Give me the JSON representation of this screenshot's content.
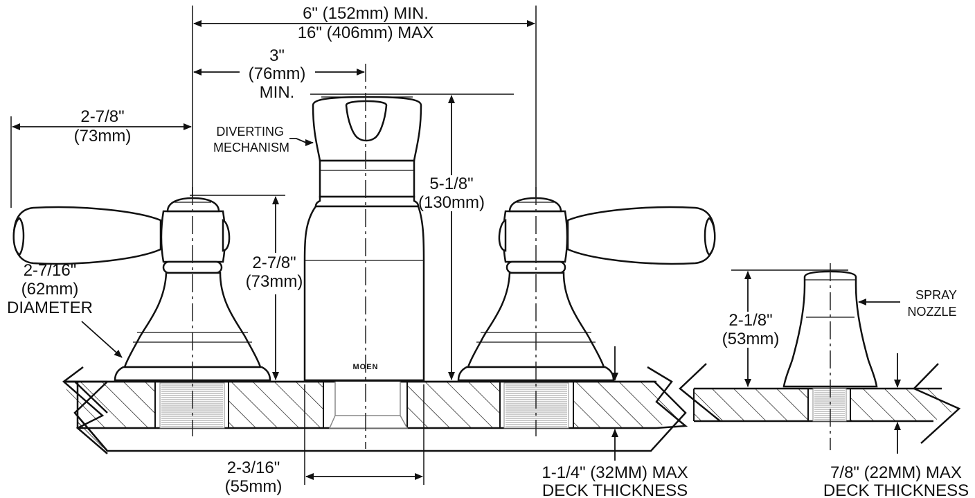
{
  "labels": {
    "top_span_min": "6\" (152mm) MIN.",
    "top_span_max": "16\" (406mm) MAX",
    "center_min_1": "3\"",
    "center_min_2": "(76mm)",
    "center_min_3": "MIN.",
    "handle_len_1": "2-7/8\"",
    "handle_len_2": "(73mm)",
    "diverting_1": "DIVERTING",
    "diverting_2": "MECHANISM",
    "spout_h_1": "5-1/8\"",
    "spout_h_2": "(130mm)",
    "valve_h_1": "2-7/8\"",
    "valve_h_2": "(73mm)",
    "base_dia_1": "2-7/16\"",
    "base_dia_2": "(62mm)",
    "base_dia_3": "DIAMETER",
    "spray_1": "SPRAY",
    "spray_2": "NOZZLE",
    "spray_h_1": "2-1/8\"",
    "spray_h_2": "(53mm)",
    "spout_base_1": "2-3/16\"",
    "spout_base_2": "(55mm)",
    "deck_main_1": "1-1/4\" (32MM) MAX",
    "deck_main_2": "DECK THICKNESS",
    "deck_spray_1": "7/8\" (22MM) MAX",
    "deck_spray_2": "DECK THICKNESS",
    "brand": "MOEN"
  }
}
